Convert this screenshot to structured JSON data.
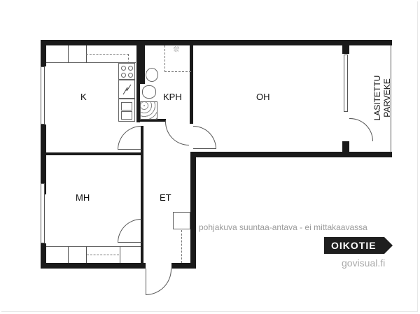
{
  "plan": {
    "rooms": [
      {
        "id": "k",
        "label": "K"
      },
      {
        "id": "kph",
        "label": "KPH"
      },
      {
        "id": "oh",
        "label": "OH"
      },
      {
        "id": "mh",
        "label": "MH"
      },
      {
        "id": "et",
        "label": "ET"
      }
    ],
    "balcony": {
      "line1": "LASITETTU",
      "line2": "PARVEKE"
    },
    "disclaimer": "pohjakuva suuntaa-antava - ei mittakaavassa",
    "brand_badge": "OIKOTIE",
    "credit": "govisual.fi"
  },
  "colors": {
    "wall": "#1a1a1a",
    "note": "#9a9a9a",
    "badge_bg": "#1e1e1e"
  }
}
